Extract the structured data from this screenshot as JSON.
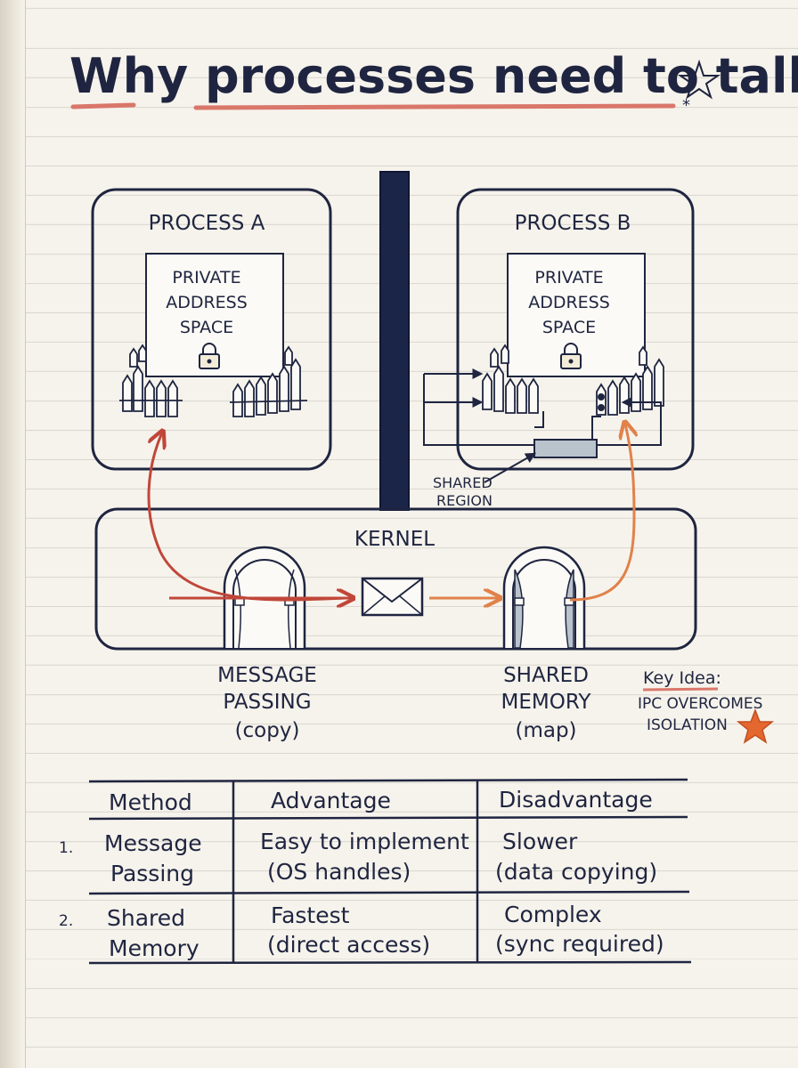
{
  "title": "Why processes need to talk",
  "process_a": {
    "label": "PROCESS A",
    "space_lines": [
      "PRIVATE",
      "ADDRESS",
      "SPACE"
    ]
  },
  "process_b": {
    "label": "PROCESS B",
    "space_lines": [
      "PRIVATE",
      "ADDRESS",
      "SPACE"
    ]
  },
  "shared_region_lines": [
    "SHARED",
    "REGION"
  ],
  "kernel_label": "KERNEL",
  "methods": {
    "message_passing": [
      "MESSAGE",
      "PASSING",
      "(copy)"
    ],
    "shared_memory": [
      "SHARED",
      "MEMORY",
      "(map)"
    ]
  },
  "key_idea": {
    "heading": "Key Idea:",
    "lines": [
      "IPC OVERCOMES",
      "ISOLATION"
    ]
  },
  "table": {
    "headers": [
      "Method",
      "Advantage",
      "Disadvantage"
    ],
    "rows": [
      {
        "number": "1.",
        "method": [
          "Message",
          "Passing"
        ],
        "advantage": [
          "Easy to implement",
          "(OS handles)"
        ],
        "disadvantage": [
          "Slower",
          "(data copying)"
        ]
      },
      {
        "number": "2.",
        "method": [
          "Shared",
          "Memory"
        ],
        "advantage": [
          "Fastest",
          "(direct access)"
        ],
        "disadvantage": [
          "Complex",
          "(sync required)"
        ]
      }
    ]
  },
  "colors": {
    "ink": "#1f2540",
    "red_arrow": "#c0473a",
    "orange_arrow": "#e0824a",
    "underline": "#d9776a",
    "star": "#e4672f",
    "shared_block": "#b9c3cc",
    "barrier": "#1b2547"
  }
}
